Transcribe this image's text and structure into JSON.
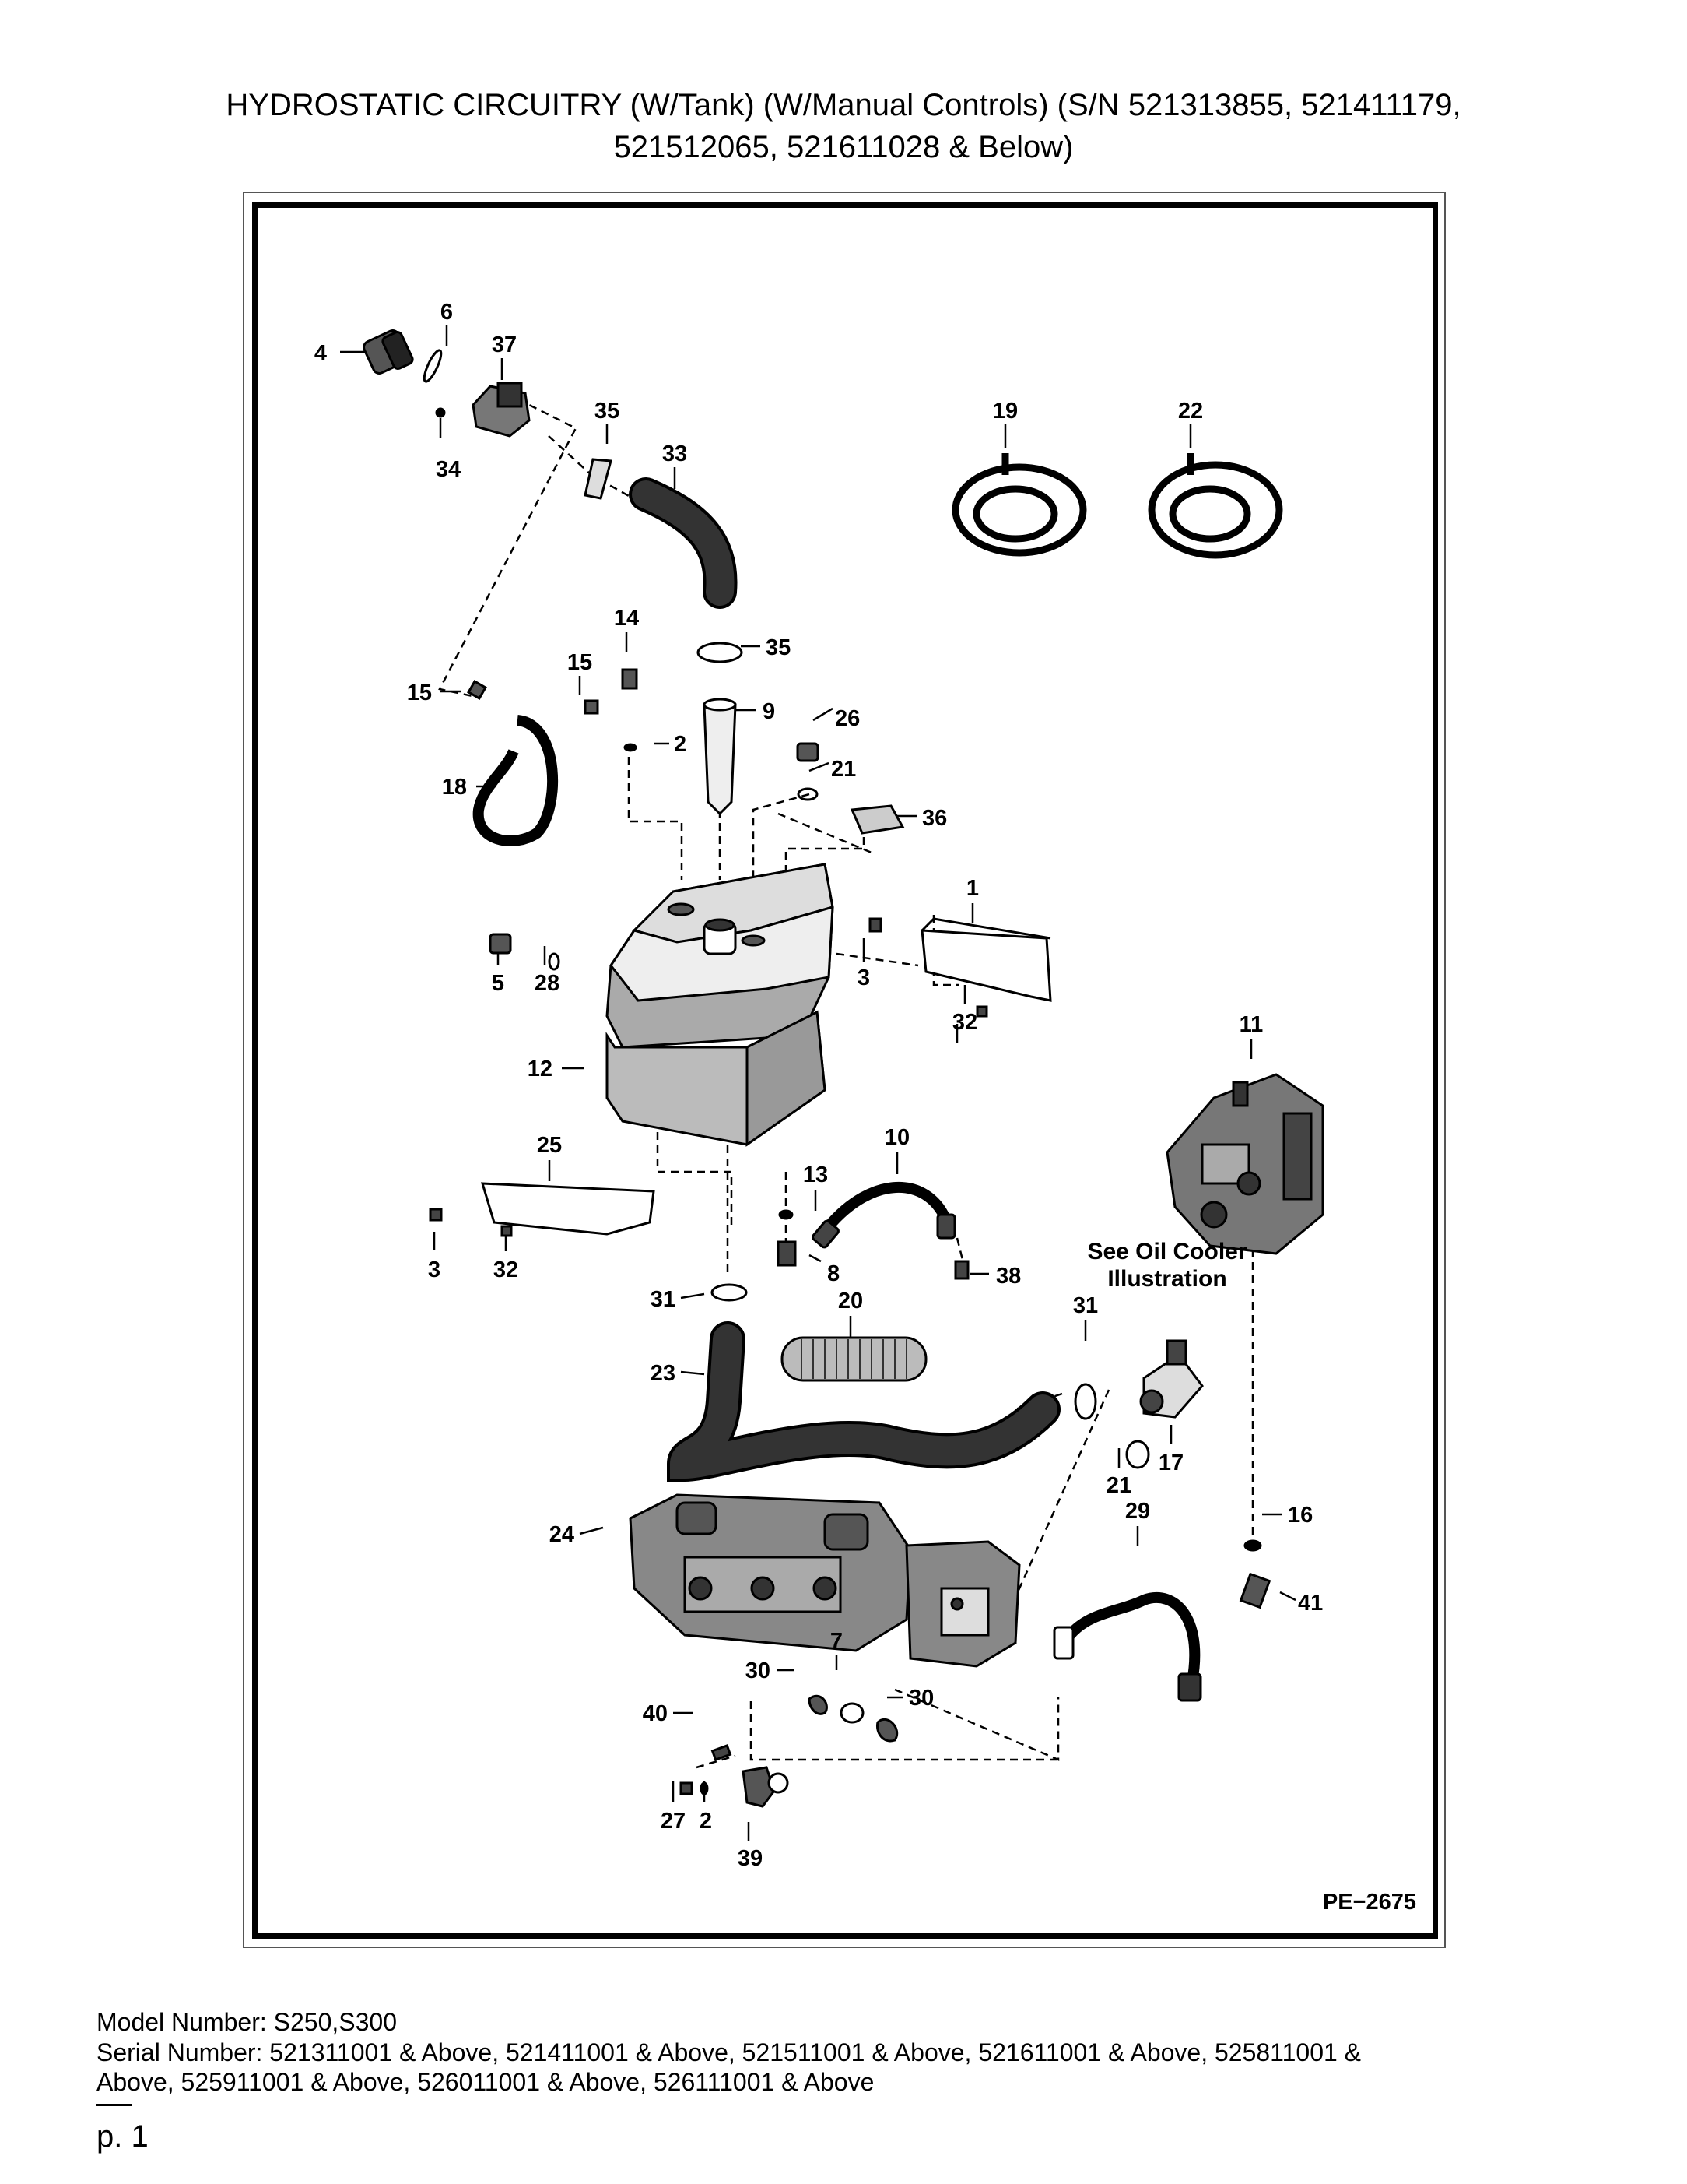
{
  "page": {
    "title_line1": "HYDROSTATIC CIRCUITRY (W/Tank) (W/Manual Controls) (S/N 521313855, 521411179,",
    "title_line2": "521512065, 521611028 & Below)",
    "diagram_code": "PE−2675",
    "note_line1": "See Oil Cooler",
    "note_line2": "Illustration",
    "model_number": "Model Number: S250,S300",
    "serial_line1": "Serial Number: 521311001 & Above, 521411001 & Above, 521511001 & Above, 521611001 & Above, 525811001 &",
    "serial_line2": "Above, 525911001 & Above, 526011001 & Above, 526111001 & Above",
    "page_number": "p. 1"
  },
  "labels": {
    "l4": "4",
    "l6": "6",
    "l37": "37",
    "l34": "34",
    "l35a": "35",
    "l33": "33",
    "l19": "19",
    "l22": "22",
    "l14": "14",
    "l15a": "15",
    "l15b": "15",
    "l35b": "35",
    "l9": "9",
    "l26": "26",
    "l2a": "2",
    "l21a": "21",
    "l18": "18",
    "l36": "36",
    "l1": "1",
    "l3a": "3",
    "l32a": "32",
    "l5": "5",
    "l28": "28",
    "l12": "12",
    "l11": "11",
    "l25": "25",
    "l10": "10",
    "l13": "13",
    "l3b": "3",
    "l32b": "32",
    "l8": "8",
    "l38": "38",
    "l31a": "31",
    "l20": "20",
    "l31b": "31",
    "l23": "23",
    "l17": "17",
    "l21b": "21",
    "l29": "29",
    "l16": "16",
    "l24": "24",
    "l41": "41",
    "l7": "7",
    "l30a": "30",
    "l30b": "30",
    "l40": "40",
    "l27": "27",
    "l2b": "2",
    "l39": "39"
  }
}
